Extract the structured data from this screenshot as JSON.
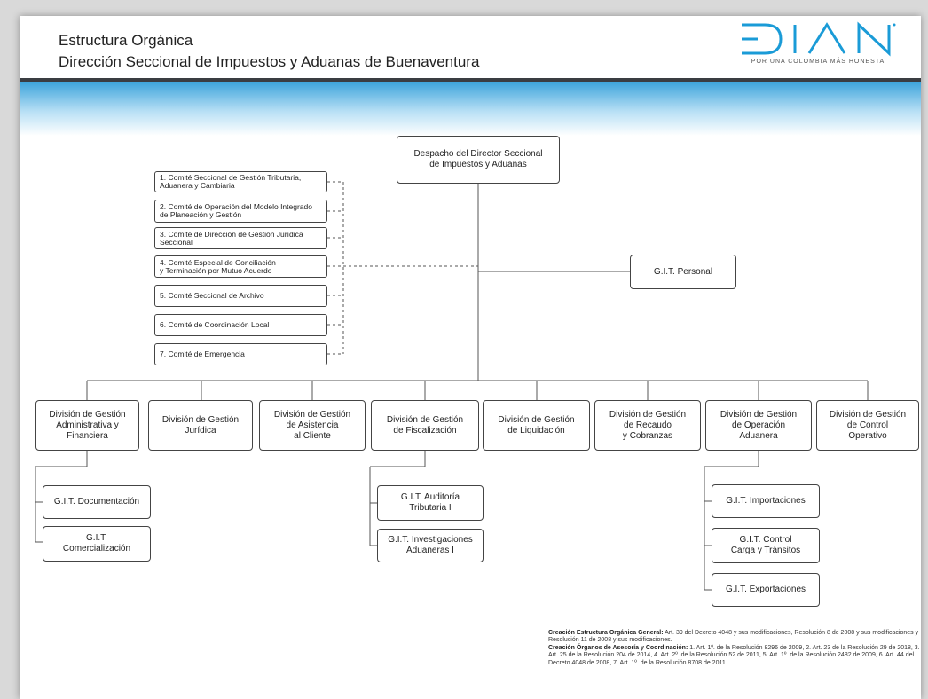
{
  "header": {
    "title_line1": "Estructura Orgánica",
    "title_line2": "Dirección Seccional de Impuestos y Aduanas de Buenaventura"
  },
  "logo": {
    "text": "DIAN",
    "tagline": "POR UNA COLOMBIA MÁS HONESTA",
    "color": "#1a9bd7"
  },
  "colors": {
    "band": "#3fa5dc",
    "bar": "#3a3d42",
    "line": "#555555"
  },
  "root": "Despacho del Director Seccional\nde Impuestos y Aduanas",
  "personal": "G.I.T. Personal",
  "committees": [
    "1. Comité Seccional de Gestión Tributaria,\n    Aduanera y Cambiaria",
    "2. Comité de Operación del Modelo Integrado\n    de Planeación y Gestión",
    "3. Comité de Dirección de Gestión Jurídica\n    Seccional",
    "4. Comité Especial de Conciliación\n    y Terminación por Mutuo Acuerdo",
    "5. Comité Seccional de Archivo",
    "6. Comité de Coordinación Local",
    "7. Comité de Emergencia"
  ],
  "divisions": [
    "División de Gestión\nAdministrativa y\nFinanciera",
    "División de Gestión\nJurídica",
    "División de Gestión\nde Asistencia\nal Cliente",
    "División de Gestión\nde Fiscalización",
    "División de Gestión\nde Liquidación",
    "División de Gestión\nde Recaudo\ny Cobranzas",
    "División de Gestión\nde Operación\nAduanera",
    "División de Gestión\nde Control\nOperativo"
  ],
  "groups_admin": [
    "G.I.T. Documentación",
    "G.I.T.\nComercialización"
  ],
  "groups_fisc": [
    "G.I.T. Auditoría\nTributaria I",
    "G.I.T. Investigaciones\nAduaneras I"
  ],
  "groups_oper": [
    "G.I.T. Importaciones",
    "G.I.T. Control\nCarga y Tránsitos",
    "G.I.T. Exportaciones"
  ],
  "footnote": {
    "label1": "Creación Estructura Orgánica General:",
    "text1": " Art. 39 del Decreto 4048 y sus modificaciones, Resolución 8 de 2008 y sus modificaciones y Resolución 11 de 2008 y sus modificaciones.",
    "label2": "Creación Órganos de Asesoría y Coordinación:",
    "text2": " 1. Art. 1º. de la Resolución 8296 de 2009, 2. Art. 23 de la Resolución 29 de 2018, 3. Art. 25 de la Resolución 204 de 2014, 4. Art. 2º. de la Resolución 52 de 2011, 5. Art. 1º. de la Resolución 2482 de 2009, 6. Art. 44 del Decreto 4048 de 2008, 7. Art. 1º. de la Resolución 8708 de 2011."
  }
}
